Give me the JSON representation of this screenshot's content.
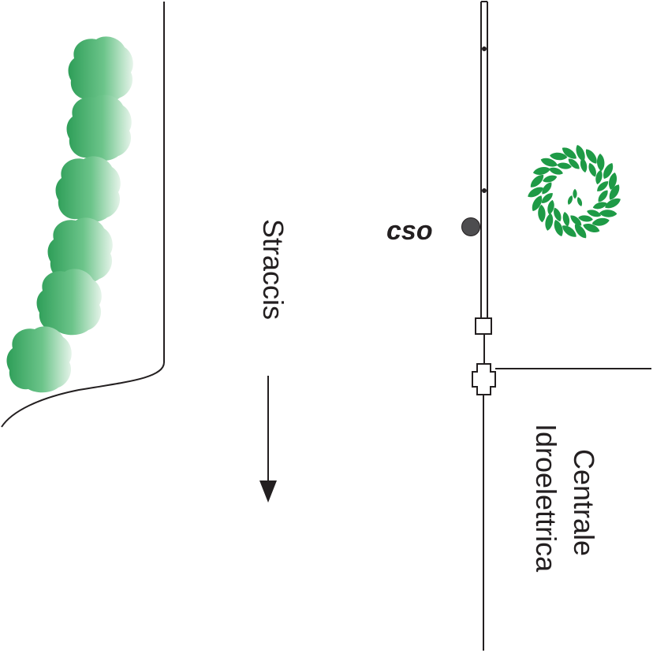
{
  "labels": {
    "flow": "Straccis",
    "cso": "cso",
    "plant_line1": "Centrale",
    "plant_line2": "Idroelettrica"
  },
  "icons": {
    "blob": "rock-blob-icon",
    "wreath": "leaf-wreath-icon",
    "cso_marker": "cso-dot-icon",
    "arrow": "arrow-down-icon"
  },
  "colors": {
    "line": "#231f20",
    "blob_dark": "#2e9e58",
    "blob_light": "#e6f4ea",
    "leaf": "#1e9a46",
    "cso_dot": "#4d4d4f"
  }
}
